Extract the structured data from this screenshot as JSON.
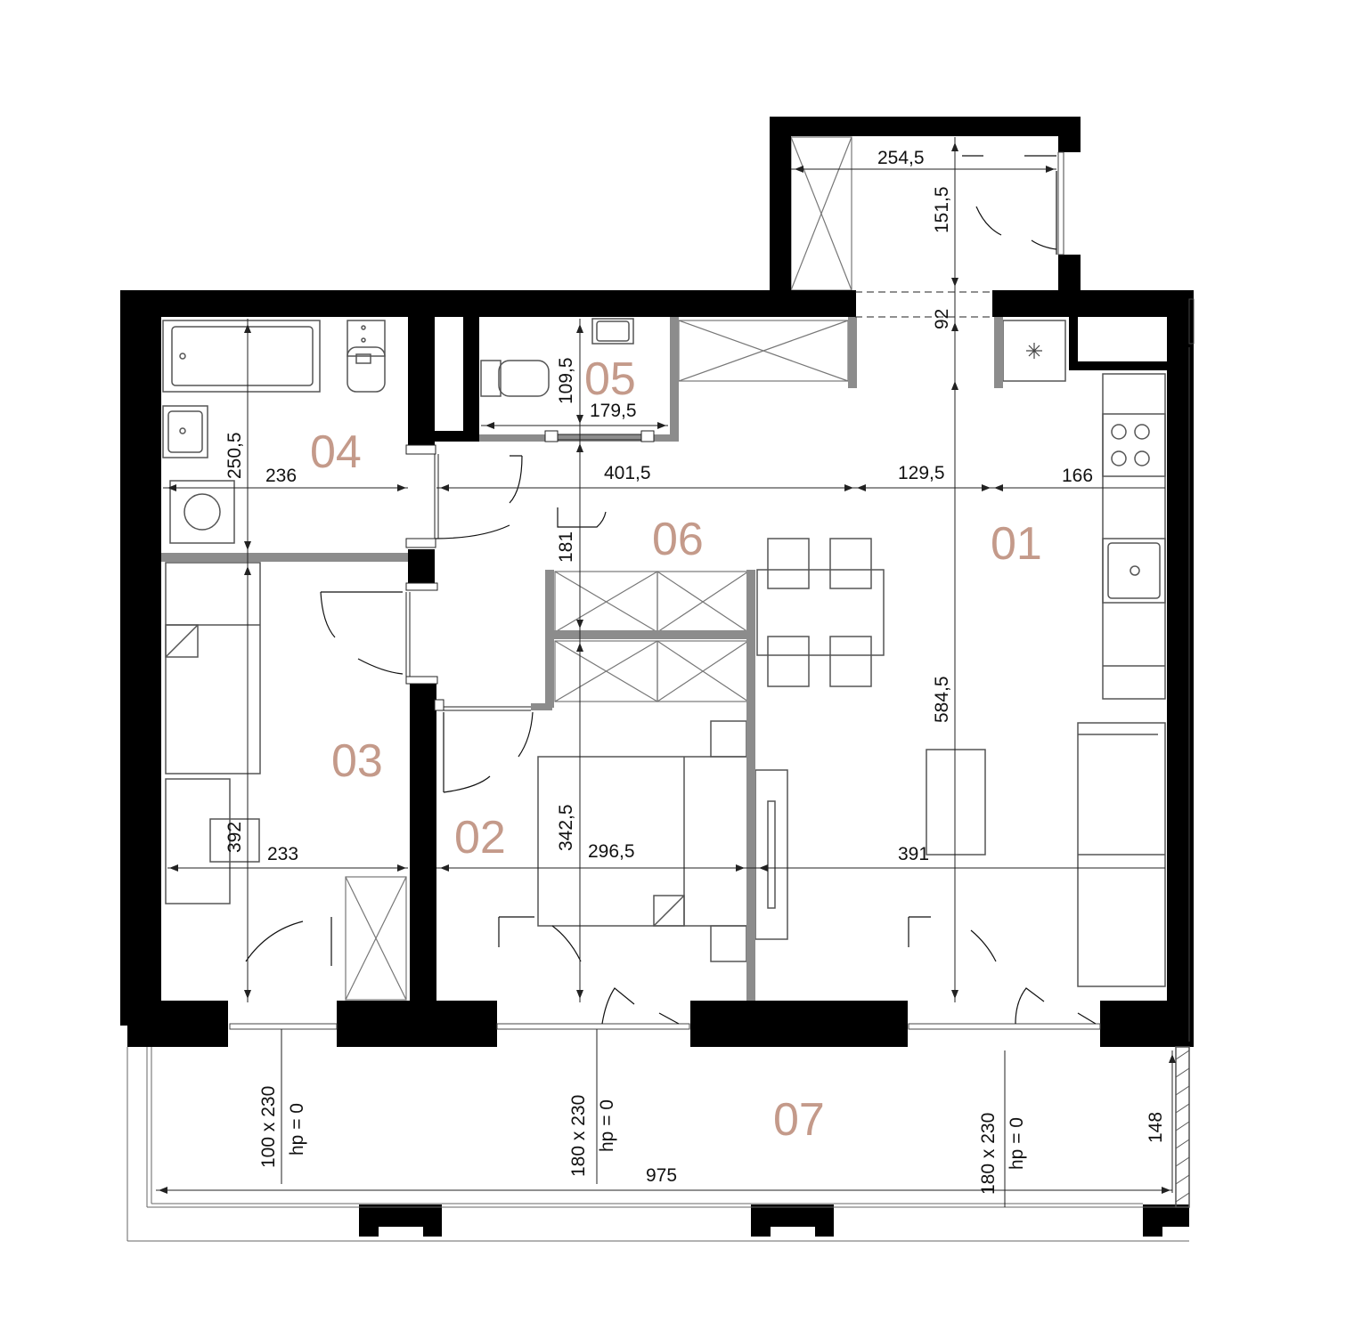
{
  "colors": {
    "wall": "#000000",
    "partition": "#8c8c8c",
    "furniture": "#555555",
    "room_label": "#c49a8a",
    "dimension": "#111111",
    "background": "#ffffff"
  },
  "rooms": [
    {
      "id": "01"
    },
    {
      "id": "02"
    },
    {
      "id": "03"
    },
    {
      "id": "04"
    },
    {
      "id": "05"
    },
    {
      "id": "06"
    },
    {
      "id": "07"
    }
  ],
  "dimensions": {
    "d_254_5": "254,5",
    "d_151_5": "151,5",
    "d_92": "92",
    "d_109_5": "109,5",
    "d_179_5": "179,5",
    "d_250_5": "250,5",
    "d_236": "236",
    "d_401_5": "401,5",
    "d_129_5": "129,5",
    "d_166": "166",
    "d_181": "181",
    "d_584_5": "584,5",
    "d_392": "392",
    "d_233": "233",
    "d_342_5": "342,5",
    "d_296_5": "296,5",
    "d_391": "391",
    "d_148": "148",
    "d_975": "975"
  },
  "doors": [
    {
      "size": "100 x 230",
      "hp": "hp = 0"
    },
    {
      "size": "180 x 230",
      "hp": "hp = 0"
    },
    {
      "size": "180 x 230",
      "hp": "hp = 0"
    }
  ],
  "icons": [
    "asterisk-icon",
    "cooktop-icon",
    "sink-icon",
    "washing-machine-icon",
    "toilet-icon",
    "bathtub-icon"
  ]
}
